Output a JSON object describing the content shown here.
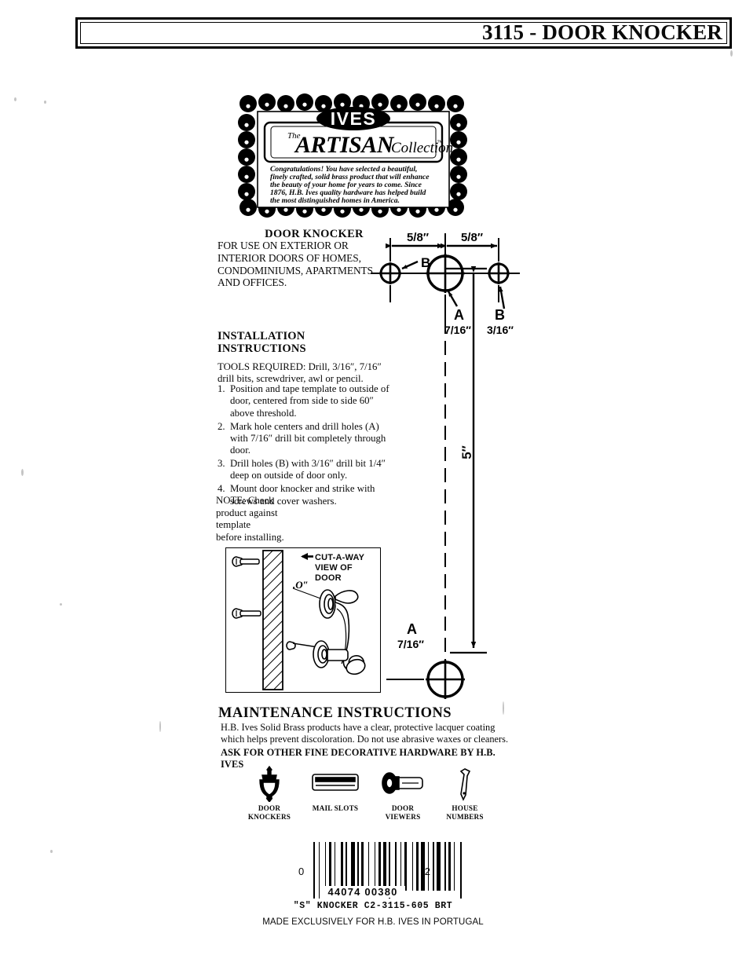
{
  "header": {
    "title": "3115 - DOOR KNOCKER"
  },
  "badge": {
    "brand": "IVES",
    "collection_the": "The",
    "collection_main": "ARTISAN",
    "collection_script": "Collection",
    "trademark": "™",
    "blurb_lines": [
      "Congratulations! You have selected a beautiful,",
      "finely crafted, solid brass product that will enhance",
      "the beauty of your home for years to come. Since",
      "1876, H.B. Ives quality hardware has helped build",
      "the most distinguished homes in America."
    ]
  },
  "product": {
    "heading": "DOOR KNOCKER",
    "description_lines": [
      "FOR USE ON EXTERIOR OR",
      "INTERIOR DOORS OF HOMES,",
      "CONDOMINIUMS, APARTMENTS",
      "AND OFFICES."
    ]
  },
  "installation": {
    "heading_line1": "INSTALLATION",
    "heading_line2": "INSTRUCTIONS",
    "tools_label": "TOOLS REQUIRED:",
    "tools_text": "Drill, 3/16″, 7/16″ drill bits, screwdriver, awl or pencil.",
    "steps": [
      {
        "num": "1.",
        "text": "Position and tape template to outside of door, centered from side to side 60″ above threshold."
      },
      {
        "num": "2.",
        "text": "Mark hole centers and drill holes (A) with 7/16″ drill bit completely through door."
      },
      {
        "num": "3.",
        "text": "Drill holes (B) with 3/16″ drill bit 1/4″ deep on outside of door only."
      },
      {
        "num": "4.",
        "text": "Mount door knocker and strike with screws and cover washers."
      }
    ],
    "note_lines": [
      "NOTE: Check",
      "product against",
      "template",
      "before installing."
    ]
  },
  "template_diagram": {
    "dim_left": "5/8″",
    "dim_right": "5/8″",
    "label_a_top": "A",
    "size_a_top": "7/16″",
    "label_b_left": "B",
    "label_b_right": "B",
    "size_b": "3/16″",
    "label_a_bottom": "A",
    "size_a_bottom": "7/16″",
    "vertical_dim": "5″"
  },
  "cutaway": {
    "label_line1": "CUT-A-WAY",
    "label_line2": "VIEW OF DOOR"
  },
  "maintenance": {
    "heading": "MAINTENANCE  INSTRUCTIONS",
    "body_line1": "H.B. Ives Solid Brass products have a clear, protective lacquer coating",
    "body_line2": "which helps prevent discoloration. Do not use abrasive waxes or cleaners.",
    "ask_line": "ASK FOR OTHER FINE DECORATIVE  HARDWARE BY H.B. IVES"
  },
  "products": [
    {
      "icon": "door-knocker-icon",
      "cap_line1": "DOOR",
      "cap_line2": "KNOCKERS"
    },
    {
      "icon": "mail-slot-icon",
      "cap_line1": "MAIL SLOTS",
      "cap_line2": ""
    },
    {
      "icon": "door-viewer-icon",
      "cap_line1": "DOOR",
      "cap_line2": "VIEWERS"
    },
    {
      "icon": "house-number-icon",
      "cap_line1": "HOUSE",
      "cap_line2": "NUMBERS"
    }
  ],
  "barcode": {
    "left_digit": "0",
    "right_digit": "2",
    "digits": "44074 00380"
  },
  "footer": {
    "line1": "\"S\" KNOCKER C2-3115-605 BRT",
    "line2": "MADE EXCLUSIVELY FOR H.B. IVES IN PORTUGAL"
  },
  "colors": {
    "ink": "#0a0a0a",
    "paper": "#ffffff"
  }
}
